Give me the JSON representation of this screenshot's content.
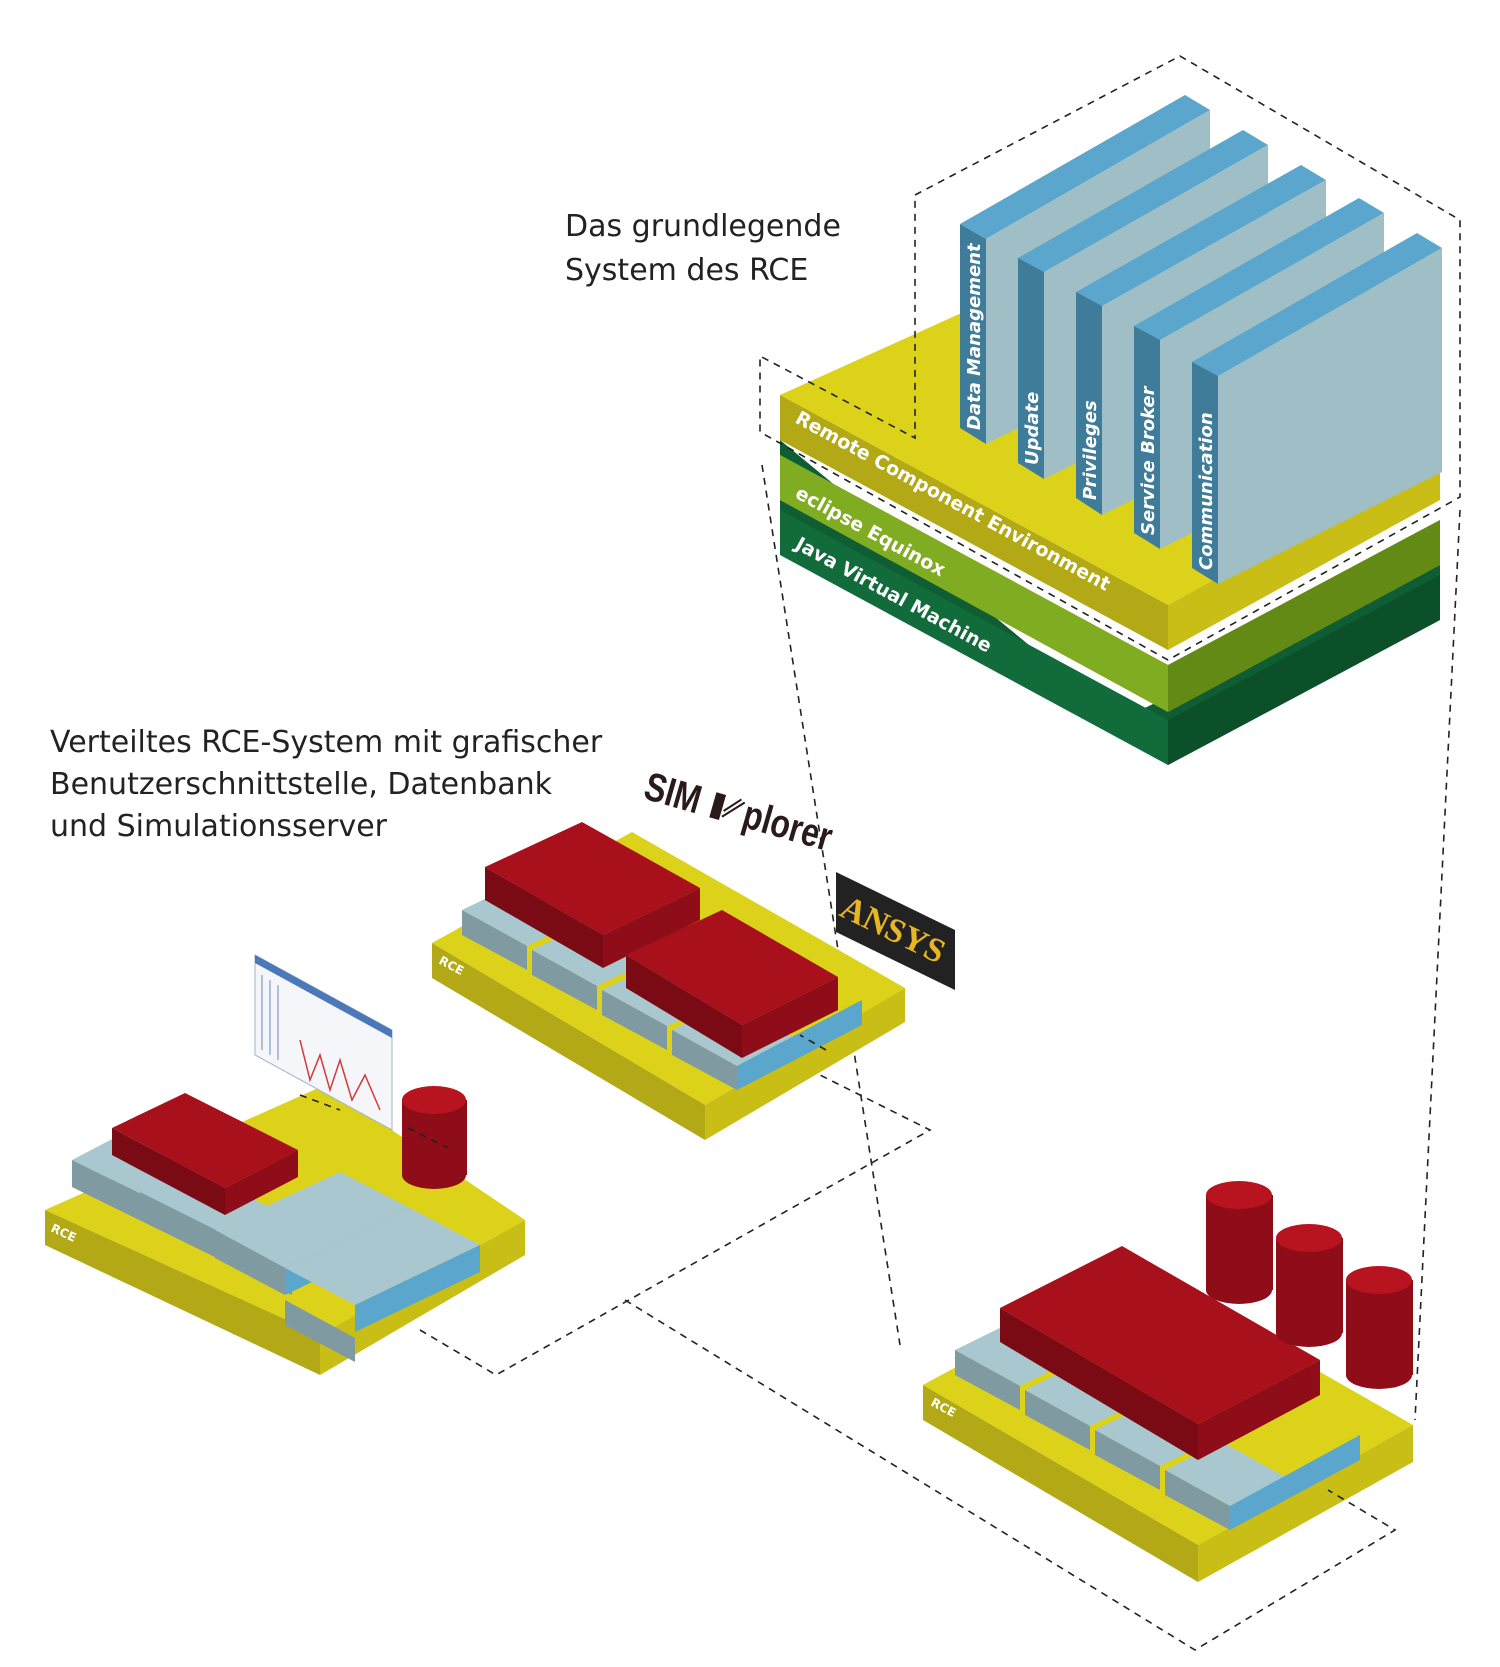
{
  "captions": {
    "core_line1": "Das grundlegende",
    "core_line2": "System des RCE",
    "dist_line1": "Verteiltes RCE-System mit grafischer",
    "dist_line2": "Benutzerschnittstelle, Datenbank",
    "dist_line3": "und Simulationsserver"
  },
  "layers": {
    "rce": "Remote Component Environment",
    "equinox": "eclipse Equinox",
    "jvm": "Java Virtual Machine"
  },
  "modules": [
    "Data Management",
    "Update",
    "Privileges",
    "Service Broker",
    "Communication"
  ],
  "node_tag": "RCE",
  "logos": {
    "simplorer_left": "SIM",
    "simplorer_right": "plorer",
    "ansys": "ANSYS"
  },
  "colors": {
    "yellow": "#ddd21a",
    "yellow_dark": "#b3a815",
    "green_light": "#80ac22",
    "green_dark": "#126b3a",
    "red": "#a8101c",
    "blue": "#5aa6cc",
    "grey_blue": "#a9c7cf"
  }
}
